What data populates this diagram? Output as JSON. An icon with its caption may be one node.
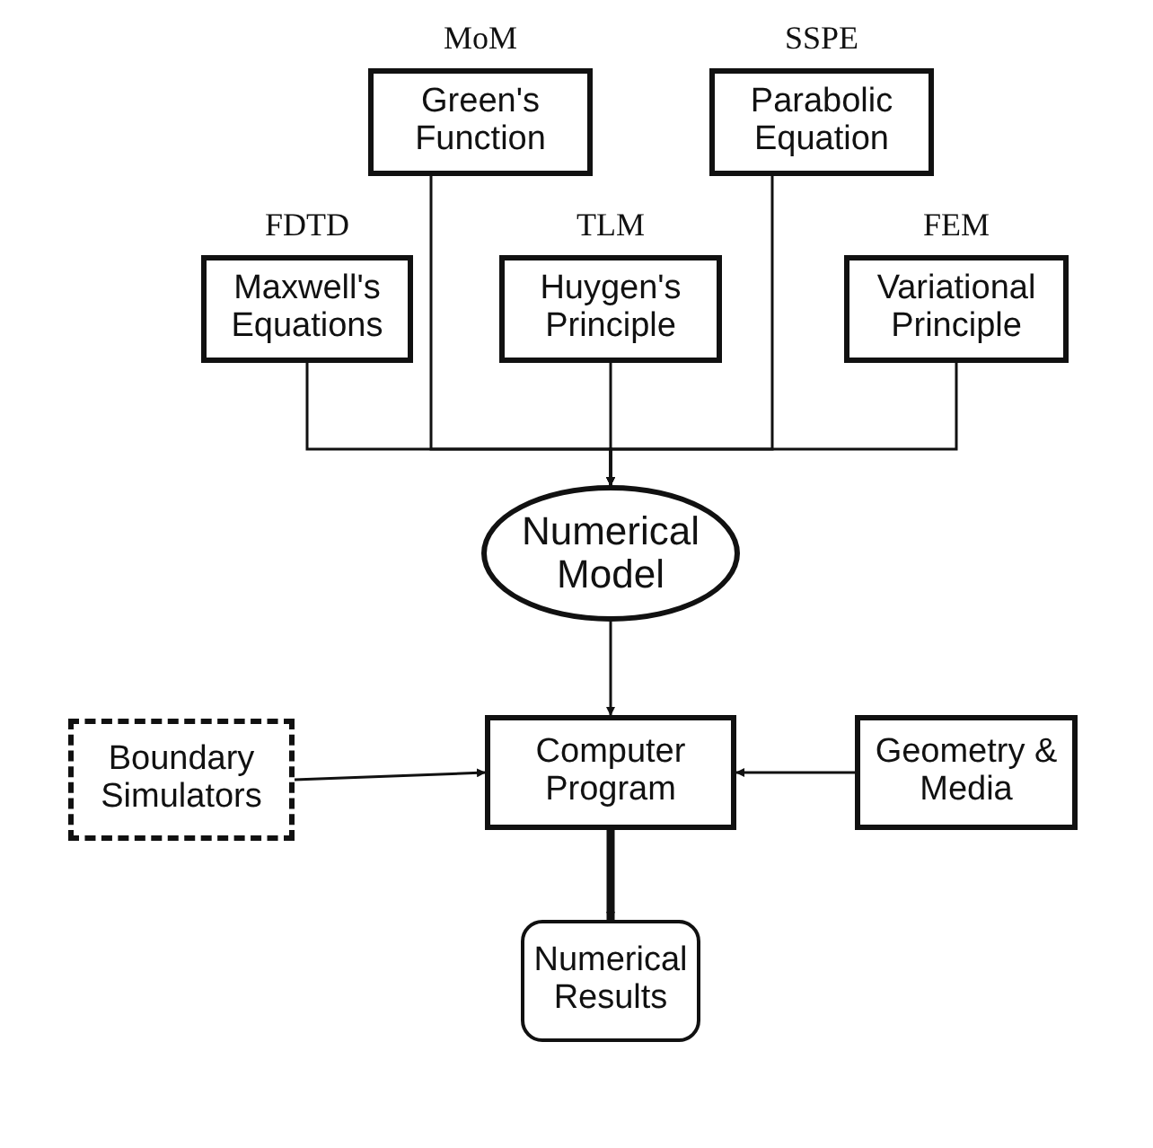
{
  "diagram": {
    "nodes": [
      {
        "text": [
          "Green's Function"
        ],
        "beside": [
          "MoM"
        ]
      },
      {
        "text": [
          "Parabolic Equation"
        ],
        "beside": [
          "SSPE"
        ]
      },
      {
        "text": [
          "Maxwell's Equations"
        ],
        "beside": [
          "FDTD"
        ]
      },
      {
        "text": [
          "Huygen's Principle"
        ],
        "beside": [
          "TLM"
        ]
      },
      {
        "text": [
          "Variational Principle"
        ],
        "beside": [
          "FEM"
        ]
      },
      {
        "text": [
          "Numerical Model"
        ]
      },
      {
        "text": [
          "Boundary Simulators"
        ]
      },
      {
        "text": [
          "Computer Program"
        ]
      },
      {
        "text": [
          "Geometry & Media"
        ]
      },
      {
        "text": [
          "Numerical Results"
        ]
      }
    ],
    "edges": [
      {
        "from": 2,
        "to": 5,
        "arrow": "to"
      },
      {
        "from": 0,
        "to": 5,
        "arrow": "to"
      },
      {
        "from": 3,
        "to": 5,
        "arrow": "to"
      },
      {
        "from": 1,
        "to": 5,
        "arrow": "to"
      },
      {
        "from": 4,
        "to": 5,
        "arrow": "to"
      },
      {
        "from": 5,
        "to": 7,
        "arrow": "to"
      },
      {
        "from": 6,
        "to": 7,
        "arrow": "to"
      },
      {
        "from": 8,
        "to": 7,
        "arrow": "to"
      },
      {
        "from": 7,
        "to": 9,
        "arrow": "to",
        "style": "thick"
      }
    ]
  }
}
